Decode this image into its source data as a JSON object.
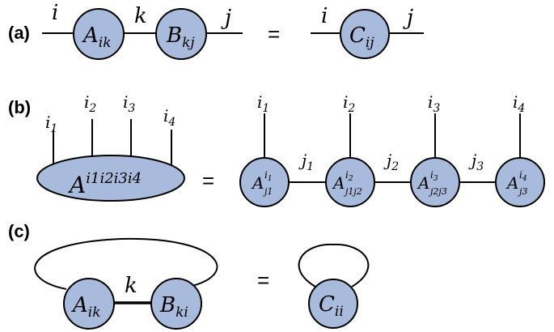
{
  "panels": {
    "a": {
      "label": "(a)",
      "lhs": {
        "index_i": "i",
        "index_k": "k",
        "index_j": "j",
        "node_A": {
          "base": "A",
          "sub": "ik"
        },
        "node_B": {
          "base": "B",
          "sub": "kj"
        }
      },
      "equals": "=",
      "rhs": {
        "index_i": "i",
        "index_j": "j",
        "node_C": {
          "base": "C",
          "sub": "ij"
        }
      }
    },
    "b": {
      "label": "(b)",
      "lhs": {
        "legs": [
          {
            "base": "i",
            "sub": "1"
          },
          {
            "base": "i",
            "sub": "2"
          },
          {
            "base": "i",
            "sub": "3"
          },
          {
            "base": "i",
            "sub": "4"
          }
        ],
        "tensor": {
          "base": "A",
          "sup": [
            "i1",
            "i2",
            "i3",
            "i4"
          ]
        }
      },
      "equals": "=",
      "rhs": {
        "phys_legs": [
          {
            "base": "i",
            "sub": "1"
          },
          {
            "base": "i",
            "sub": "2"
          },
          {
            "base": "i",
            "sub": "3"
          },
          {
            "base": "i",
            "sub": "4"
          }
        ],
        "bonds": [
          {
            "base": "j",
            "sub": "1"
          },
          {
            "base": "j",
            "sub": "2"
          },
          {
            "base": "j",
            "sub": "3"
          }
        ],
        "nodes": [
          {
            "base": "A",
            "sup_base": "i",
            "sup_sub": "1",
            "sub": "j1"
          },
          {
            "base": "A",
            "sup_base": "i",
            "sup_sub": "2",
            "sub": "j1j2"
          },
          {
            "base": "A",
            "sup_base": "i",
            "sup_sub": "3",
            "sub": "j2j3"
          },
          {
            "base": "A",
            "sup_base": "i",
            "sup_sub": "4",
            "sub": "j3"
          }
        ]
      }
    },
    "c": {
      "label": "(c)",
      "lhs": {
        "index_k": "k",
        "node_A": {
          "base": "A",
          "sub": "ik"
        },
        "node_B": {
          "base": "B",
          "sub": "ki"
        }
      },
      "equals": "=",
      "rhs": {
        "node_C": {
          "base": "C",
          "sub": "ii"
        }
      }
    }
  }
}
